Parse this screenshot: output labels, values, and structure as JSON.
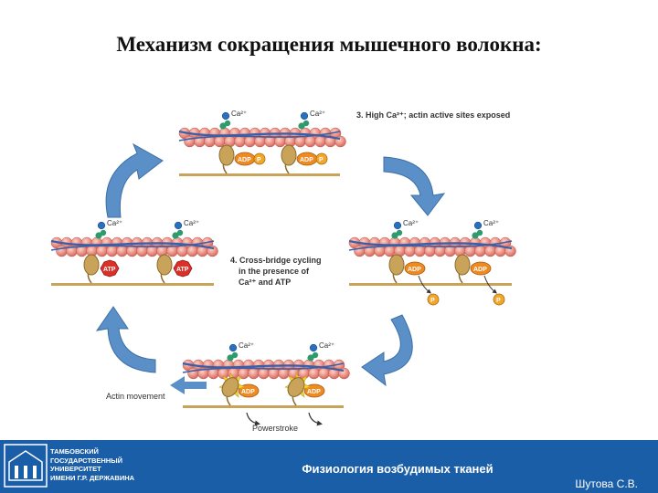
{
  "title": "Механизм сокращения мышечного волокна:",
  "labels": {
    "ca": "Ca²⁺",
    "adp": "ADP",
    "atp": "ATP",
    "p": "P",
    "step3": "3. High Ca²⁺; actin active sites exposed",
    "step4_line1": "4. Cross-bridge cycling",
    "step4_line2": "in the presence of",
    "step4_line3": "Ca²⁺ and ATP",
    "actin_movement": "Actin movement",
    "powerstroke": "Powerstroke"
  },
  "footer": {
    "university": "ТАМБОВСКИЙ\nГОСУДАРСТВЕННЫЙ\nУНИВЕРСИТЕТ\nИМЕНИ Г.Р. ДЕРЖАВИНА",
    "subject": "Физиология возбудимых тканей",
    "author": "Шутова С.В."
  },
  "colors": {
    "actin": "#e8857a",
    "tropomyosin": "#3a5fa8",
    "troponin": "#2e9a6e",
    "myosin": "#c9a35a",
    "atp": "#d9302a",
    "adp": "#ee8a22",
    "arrow": "#5b8fc8",
    "footer": "#1b5ea8"
  }
}
